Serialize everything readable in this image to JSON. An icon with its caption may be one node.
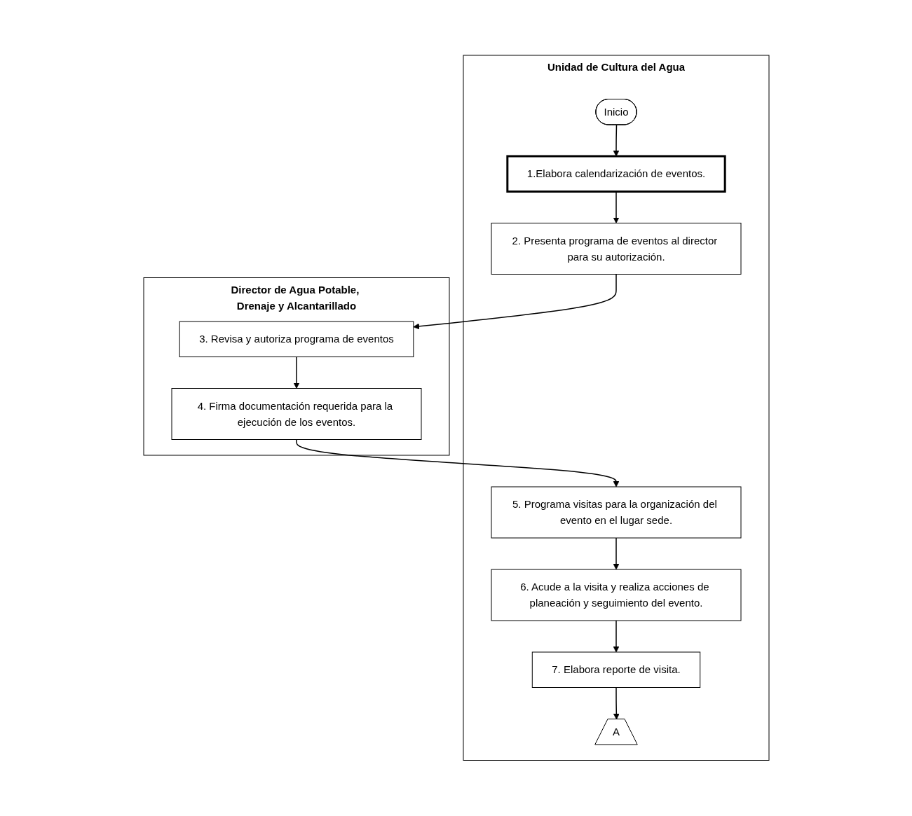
{
  "diagram": {
    "nodes": [
      {
        "text": [
          "Unidad de Cultura del Agua"
        ]
      },
      {
        "text": [
          "Director de Agua Potable, Drenaje y Alcantarillado"
        ]
      },
      {
        "text": [
          "Inicio"
        ],
        "in": 0
      },
      {
        "text": [
          "1.Elabora calendarización de eventos."
        ],
        "in": 0
      },
      {
        "text": [
          "2. Presenta programa de eventos al director para su autorización."
        ],
        "in": 0
      },
      {
        "text": [
          "3. Revisa y autoriza programa de eventos"
        ],
        "in": 1
      },
      {
        "text": [
          "4. Firma documentación requerida para la ejecución de los eventos."
        ],
        "in": 1
      },
      {
        "text": [
          "5. Programa visitas para la organización del evento en el lugar sede."
        ],
        "in": 0
      },
      {
        "text": [
          "6. Acude a la visita y realiza acciones de planeación y seguimiento del evento."
        ],
        "in": 0
      },
      {
        "text": [
          "7. Elabora reporte de visita."
        ],
        "in": 0
      },
      {
        "text": [
          "A"
        ],
        "in": 0
      }
    ],
    "edges": [
      {
        "from": 2,
        "to": 3,
        "arrow": "to"
      },
      {
        "from": 3,
        "to": 4,
        "arrow": "to"
      },
      {
        "from": 4,
        "to": 5,
        "arrow": "to"
      },
      {
        "from": 5,
        "to": 6,
        "arrow": "to"
      },
      {
        "from": 6,
        "to": 7,
        "arrow": "to"
      },
      {
        "from": 7,
        "to": 8,
        "arrow": "to"
      },
      {
        "from": 8,
        "to": 9,
        "arrow": "to"
      },
      {
        "from": 9,
        "to": 10,
        "arrow": "to"
      }
    ]
  }
}
